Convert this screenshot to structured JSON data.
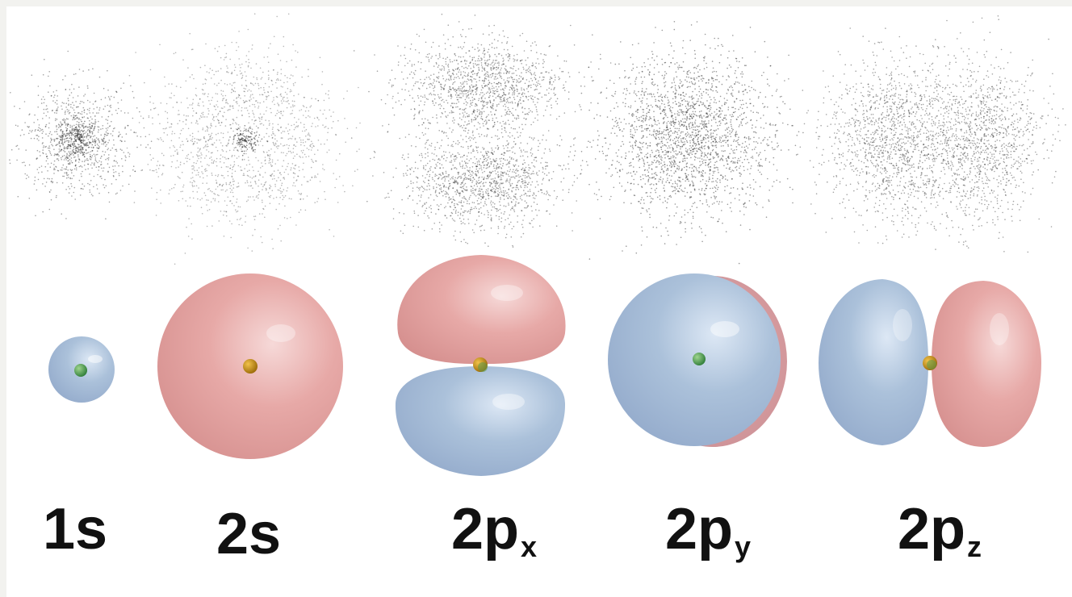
{
  "colors": {
    "background": "#f2f2ef",
    "panel": "#ffffff",
    "positive_lobe": "#e4a7a5",
    "negative_lobe": "#a9bfd9",
    "nucleus_green": "#3f8f3f",
    "nucleus_orange": "#c88a12",
    "label": "#111111",
    "dots": "#333333"
  },
  "orbitals": [
    {
      "name": "1s",
      "main": "1",
      "letter": "s",
      "subscript": ""
    },
    {
      "name": "2s",
      "main": "2",
      "letter": "s",
      "subscript": ""
    },
    {
      "name": "2px",
      "main": "2",
      "letter": "p",
      "subscript": "x"
    },
    {
      "name": "2py",
      "main": "2",
      "letter": "p",
      "subscript": "y"
    },
    {
      "name": "2pz",
      "main": "2",
      "letter": "p",
      "subscript": "z"
    }
  ]
}
